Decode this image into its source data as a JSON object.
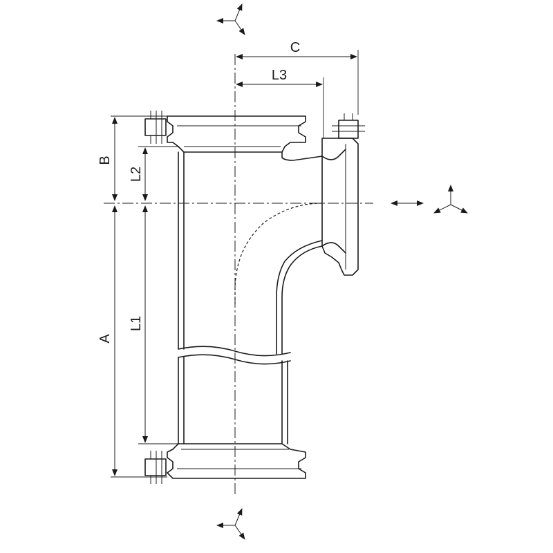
{
  "dimensions": {
    "a": "A",
    "b": "B",
    "c": "C",
    "l1": "L1",
    "l2": "L2",
    "l3": "L3"
  },
  "colors": {
    "line": "#1a1a1a",
    "background": "#ffffff"
  },
  "icons": {
    "top": "three-arrow-direction-symbol",
    "right": "three-arrow-direction-symbol",
    "bottom": "three-arrow-direction-symbol",
    "double_arrow": "double-headed-arrow"
  }
}
